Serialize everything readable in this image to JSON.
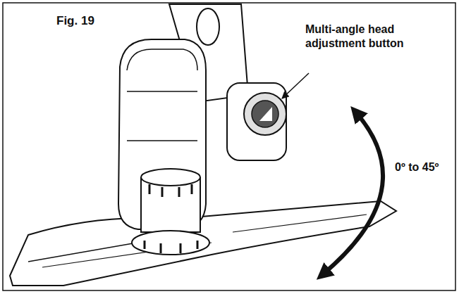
{
  "diagram": {
    "labels": [
      "Fig. 19",
      "Multi-angle head adjustment button",
      "0º to 45º"
    ]
  }
}
